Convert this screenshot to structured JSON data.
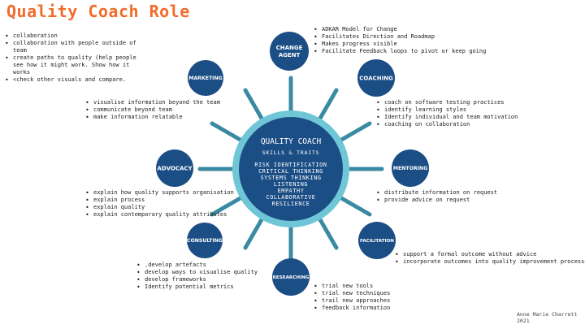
{
  "title": "Quality Coach Role",
  "center": {
    "title": "QUALITY COACH",
    "subtitle": "SKILLS & TRAITS",
    "traits": [
      "RISK IDENTIFICATION",
      "CRITICAL THINKING",
      "SYSTEMS THINKING",
      "LISTENING",
      "EMPATHY",
      "COLLABORATIVE",
      "RESILIENCE"
    ]
  },
  "nodes": [
    {
      "id": "change-agent",
      "lines": [
        "CHANGE",
        "AGENT"
      ]
    },
    {
      "id": "coaching",
      "lines": [
        "COACHING"
      ]
    },
    {
      "id": "mentoring",
      "lines": [
        "MENTORING"
      ]
    },
    {
      "id": "facilitation",
      "lines": [
        "FACILITATION"
      ]
    },
    {
      "id": "researching",
      "lines": [
        "RESEARCHING"
      ]
    },
    {
      "id": "consulting",
      "lines": [
        "CONSULTING"
      ]
    },
    {
      "id": "advocacy",
      "lines": [
        "ADVOCACY"
      ]
    },
    {
      "id": "marketing",
      "lines": [
        "MARKETING"
      ]
    }
  ],
  "lists": {
    "topleft": [
      "collaboration",
      "collaboration with people outside of team",
      "create paths to quality (help people see how it might work. Show how it works",
      "<check other visuals and compare."
    ],
    "change_agent": [
      "ADKAR Model for Change",
      "Facilitates Direction and Roadmap",
      "Makes progress visible",
      "Facilitate Feedback loops to pivot  or keep going"
    ],
    "marketing": [
      "visualise information beyond the team",
      "communicate beyond team",
      "make information relatable"
    ],
    "coaching": [
      "coach on software testing practices",
      "identify learning styles",
      "Identify individual and team motivation",
      "coaching on collaboration"
    ],
    "advocacy": [
      "explain how quality supports organisation",
      "explain process",
      "explain quality",
      "explain contemporary quality attributes"
    ],
    "mentoring": [
      "distribute information on request",
      "provide advice on request"
    ],
    "facilitation": [
      "support a formal outcome without advice",
      "incorporate outcomes into quality improvement processes"
    ],
    "consulting": [
      ".develop artefacts",
      "develop ways to visualise quality",
      "develop frameworks",
      "Identify potential metrics"
    ],
    "researching": [
      "trial new tools",
      "trial new techniques",
      "trail new approaches",
      "feedback information"
    ]
  },
  "credit": {
    "name": "Anne Marie Charrett",
    "year": "2021"
  },
  "colors": {
    "title": "#f26b2a",
    "navy": "#1c4e86",
    "ring": "#6fc6d6",
    "spoke": "#3b8aa3"
  }
}
